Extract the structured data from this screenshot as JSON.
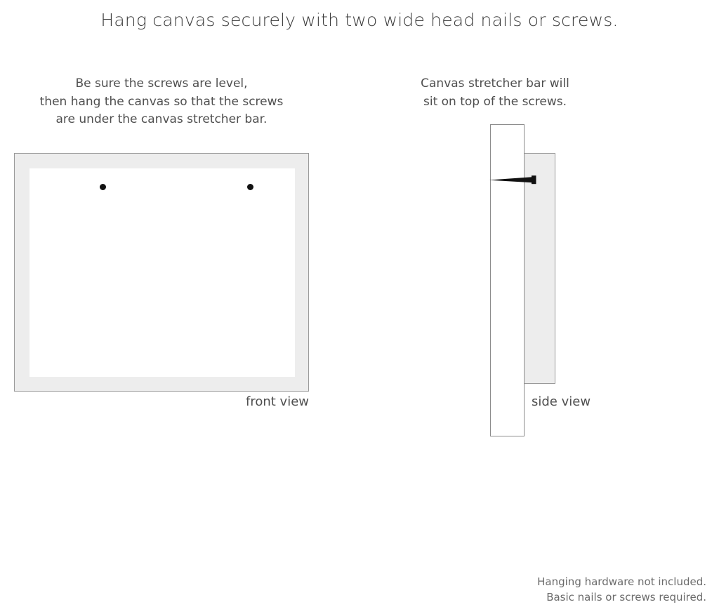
{
  "title": "Hang canvas securely with two wide head nails or screws.",
  "captions": {
    "left": [
      "Be sure the screws are level,",
      "then hang the canvas so that the screws",
      "are under the canvas stretcher bar."
    ],
    "right": [
      "Canvas stretcher bar will",
      "sit on top of the screws."
    ]
  },
  "front_view": {
    "label": "front view",
    "frame_color": "#ededed",
    "frame_border_color": "#9a9a9a",
    "canvas_color": "#ffffff",
    "screw_color": "#111111",
    "screw_count": 2
  },
  "side_view": {
    "label": "side view",
    "wall_color": "#ffffff",
    "wall_border_color": "#8c8c8c",
    "stretcher_color": "#ededed",
    "stretcher_border_color": "#9a9a9a",
    "screw_color": "#111111"
  },
  "footer": [
    "Hanging hardware not included.",
    "Basic nails or screws required."
  ]
}
